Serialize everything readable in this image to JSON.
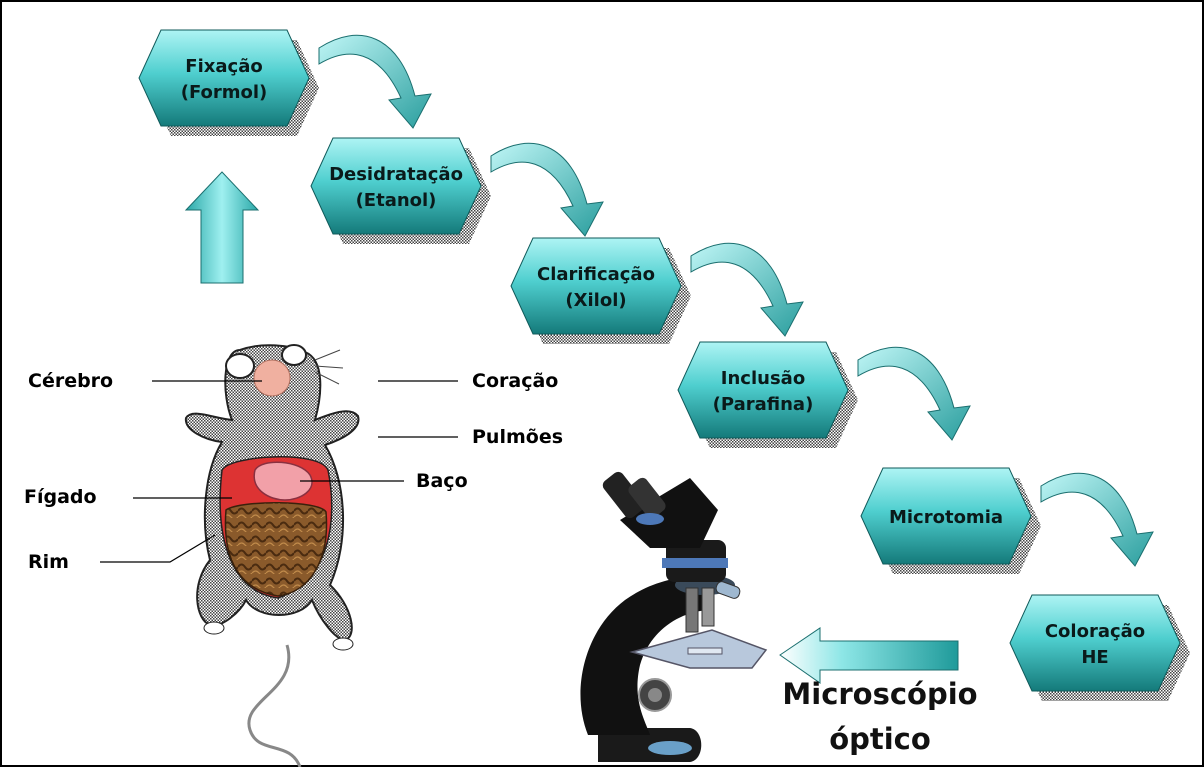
{
  "steps": [
    {
      "line1": "Fixação",
      "line2": "(Formol)"
    },
    {
      "line1": "Desidratação",
      "line2": "(Etanol)"
    },
    {
      "line1": "Clarificação",
      "line2": "(Xilol)"
    },
    {
      "line1": "Inclusão",
      "line2": "(Parafina)"
    },
    {
      "line1": "Microtomia",
      "line2": ""
    },
    {
      "line1": "Coloração",
      "line2": "HE"
    }
  ],
  "organs": {
    "cerebro": "Cérebro",
    "coracao": "Coração",
    "pulmoes": "Pulmões",
    "baco": "Baço",
    "figado": "Fígado",
    "rim": "Rim"
  },
  "microscope": {
    "line1": "Microscópio",
    "line2": "óptico"
  },
  "colors": {
    "step_fill_light": "#7fe6e6",
    "step_fill_dark": "#1f8a8a",
    "arrow_fill": "#3fb8b8",
    "shadow": "#555555",
    "frame": "#000000"
  }
}
